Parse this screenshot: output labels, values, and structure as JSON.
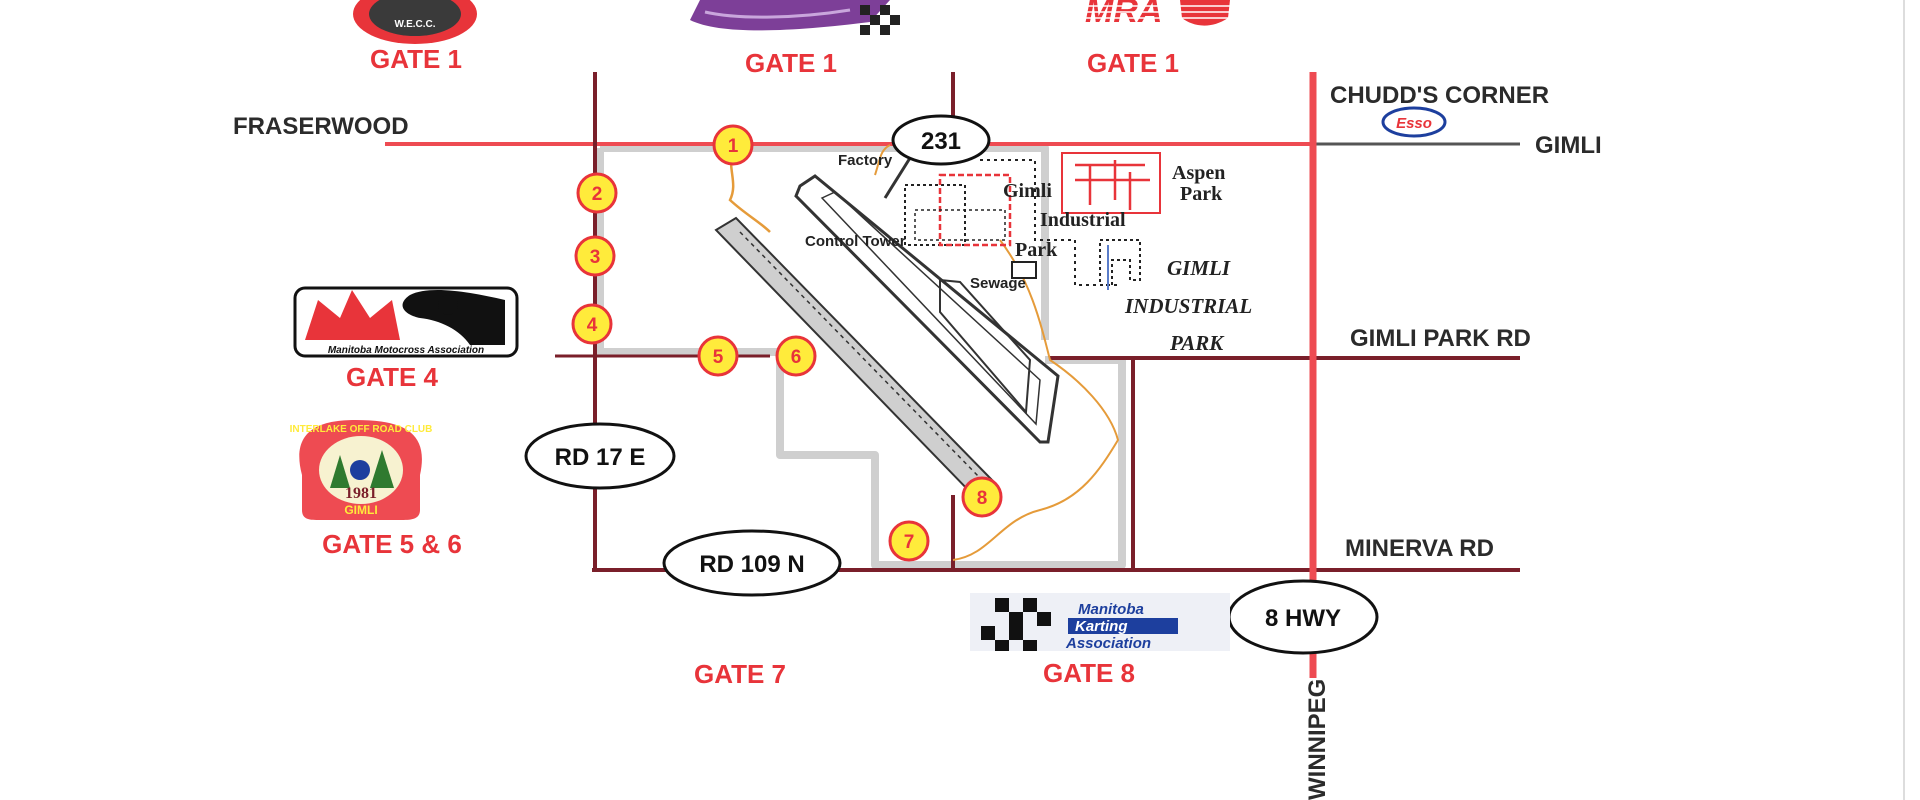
{
  "gate_labels": {
    "wecc": "GATE 1",
    "dragway": "GATE 1",
    "mra": "GATE 1",
    "motocross": "GATE 4",
    "offroad": "GATE 5 & 6",
    "gate7": "GATE 7",
    "karting": "GATE 8"
  },
  "roads": {
    "fraserwood": "FRASERWOOD",
    "chudds_corner": "CHUDD'S CORNER",
    "gimli": "GIMLI",
    "gimli_park_rd": "GIMLI PARK RD",
    "minerva_rd": "MINERVA RD",
    "winnipeg": "WINNIPEG"
  },
  "badges": {
    "r231": "231",
    "rd17e": "RD 17 E",
    "rd109n": "RD 109 N",
    "hwy8": "8 HWY"
  },
  "gate_markers": [
    "1",
    "2",
    "3",
    "4",
    "5",
    "6",
    "7",
    "8"
  ],
  "places": {
    "factory": "Factory",
    "control_tower": "Control Tower",
    "gimli": "Gimli",
    "industrial": "Industrial",
    "park": "Park",
    "sewage": "Sewage",
    "aspen": "Aspen",
    "aspen_park": "Park",
    "gimli_industrial_1": "GIMLI",
    "gimli_industrial_2": "INDUSTRIAL",
    "gimli_industrial_3": "PARK"
  },
  "logos": {
    "esso": "Esso",
    "wecc": "W.E.C.C.",
    "mra": "MRA",
    "motocross": "Manitoba Motocross Association",
    "offroad_top": "INTERLAKE OFF ROAD CLUB",
    "offroad_year": "1981",
    "offroad_town": "GIMLI",
    "karting_1": "Manitoba",
    "karting_2": "Karting",
    "karting_3": "Association"
  },
  "colors": {
    "gate_red": "#e8343a",
    "road_red": "#ee4b52",
    "road_dark": "#7a1f2a",
    "marker_yellow": "#ffeb3b",
    "track_orange": "#e59b3a",
    "boundary_gray": "#cfcfcf"
  }
}
